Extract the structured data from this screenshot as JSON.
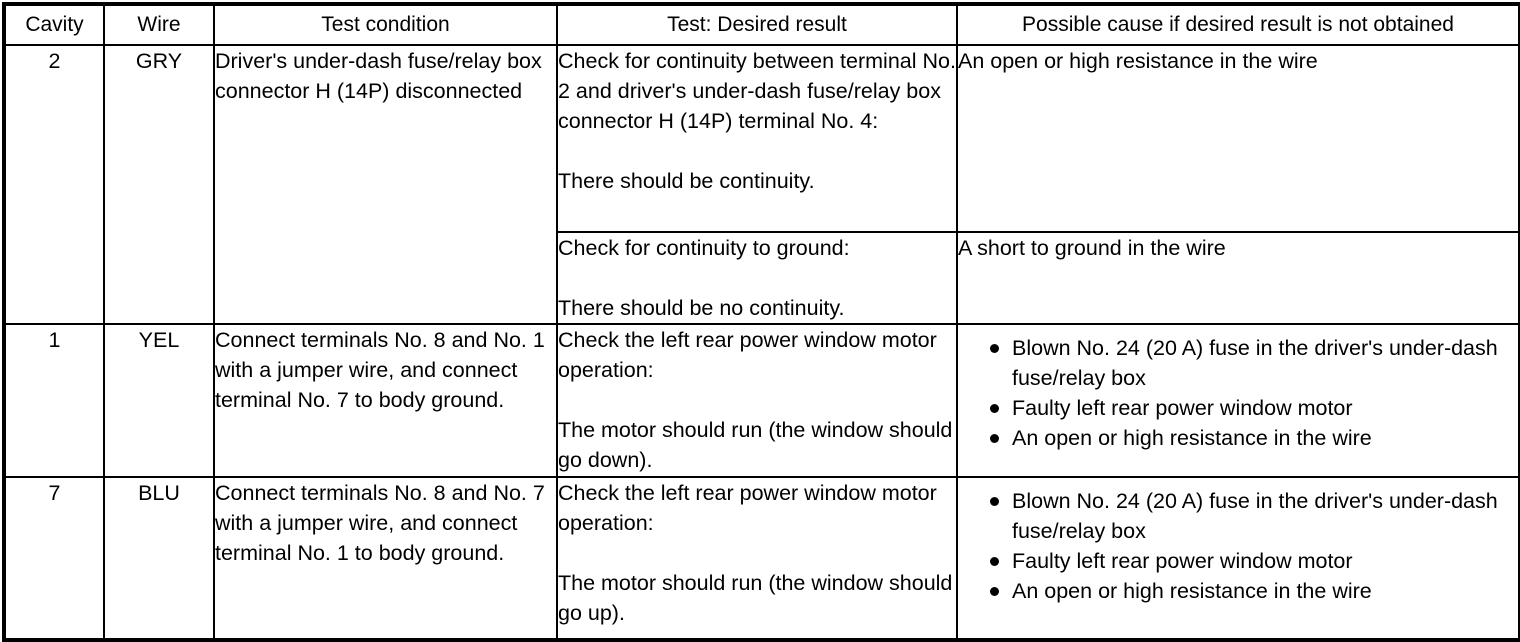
{
  "table": {
    "columns": [
      {
        "key": "cavity",
        "label": "Cavity"
      },
      {
        "key": "wire",
        "label": "Wire"
      },
      {
        "key": "condition",
        "label": "Test condition"
      },
      {
        "key": "test",
        "label": "Test: Desired result"
      },
      {
        "key": "cause",
        "label": "Possible cause if desired result is not obtained"
      }
    ],
    "rows": [
      {
        "cavity": "2",
        "wire": "GRY",
        "condition": "Driver's under-dash fuse/relay box connector H (14P) disconnected",
        "subrows": [
          {
            "test_check": "Check for continuity between terminal No. 2 and driver's under-dash fuse/relay box connector H (14P) terminal No. 4:",
            "test_result": "There should be continuity.",
            "cause_text": "An open or high resistance in the wire",
            "cause_bullets": []
          },
          {
            "test_check": "Check for continuity to ground:",
            "test_result": "There should be no continuity.",
            "cause_text": "A short to ground in the wire",
            "cause_bullets": []
          }
        ]
      },
      {
        "cavity": "1",
        "wire": "YEL",
        "condition": "Connect terminals No. 8 and No. 1 with a jumper wire, and connect terminal No. 7 to body ground.",
        "subrows": [
          {
            "test_check": "Check the left rear power window motor operation:",
            "test_result": "The motor should run (the window should go down).",
            "cause_text": "",
            "cause_bullets": [
              "Blown No. 24 (20 A) fuse in the driver's under-dash fuse/relay box",
              "Faulty left rear power window motor",
              "An open or high resistance in the wire"
            ]
          }
        ]
      },
      {
        "cavity": "7",
        "wire": "BLU",
        "condition": "Connect terminals No. 8 and No. 7 with a jumper wire, and connect terminal No. 1 to body ground.",
        "subrows": [
          {
            "test_check": "Check the left rear power window motor operation:",
            "test_result": "The motor should run (the window should go up).",
            "cause_text": "",
            "cause_bullets": [
              "Blown No. 24 (20 A) fuse in the driver's under-dash fuse/relay box",
              "Faulty left rear power window motor",
              "An open or high resistance in the wire"
            ]
          }
        ]
      }
    ]
  }
}
